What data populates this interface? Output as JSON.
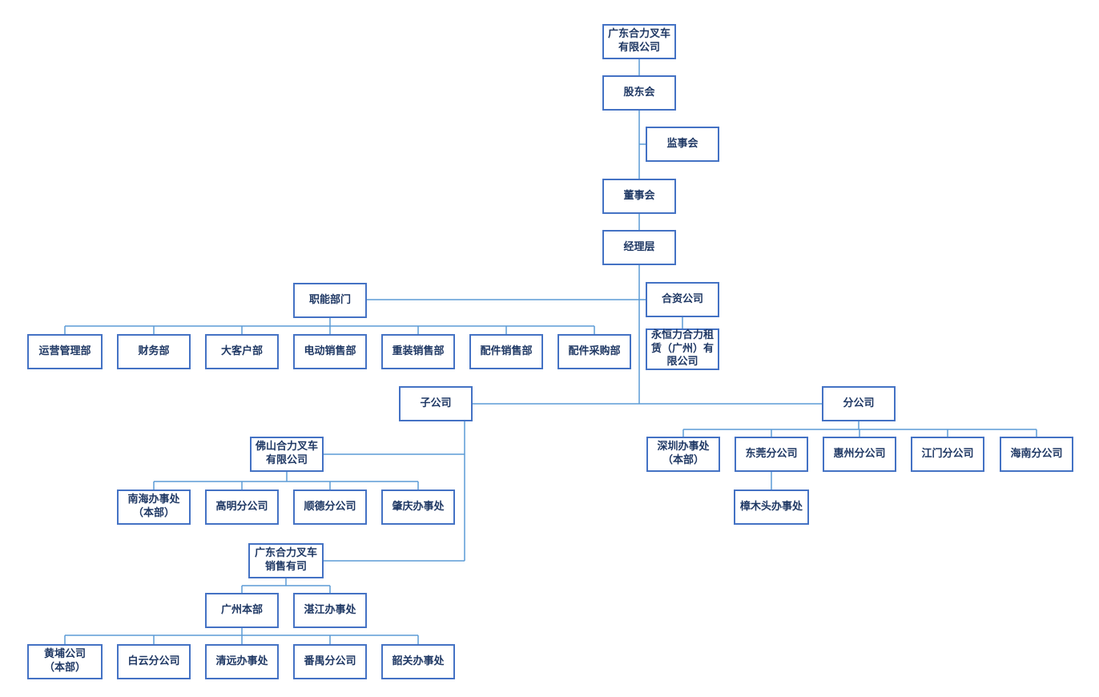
{
  "diagram": {
    "type": "org-chart",
    "colors": {
      "box_border": "#4472C4",
      "box_fill": "#FFFFFF",
      "connector": "#5B9BD5",
      "text": "#1F3864",
      "background": "#FFFFFF"
    },
    "nodes": {
      "root": "广东合力叉车\n有限公司",
      "shareholders": "股东会",
      "supervisory_board": "监事会",
      "board_of_directors": "董事会",
      "management": "经理层",
      "functional_depts": "职能部门",
      "joint_venture": "合资公司",
      "jv_company": "永恒力合力租\n赁（广州）有\n限公司",
      "dept_operations": "运营管理部",
      "dept_finance": "财务部",
      "dept_key_accounts": "大客户部",
      "dept_electric_sales": "电动销售部",
      "dept_heavy_sales": "重装销售部",
      "dept_parts_sales": "配件销售部",
      "dept_parts_purchasing": "配件采购部",
      "subsidiaries": "子公司",
      "branches": "分公司",
      "foshan_company": "佛山合力叉车\n有限公司",
      "shenzhen_office": "深圳办事处\n（本部）",
      "dongguan_branch": "东莞分公司",
      "huizhou_branch": "惠州分公司",
      "jiangmen_branch": "江门分公司",
      "hainan_branch": "海南分公司",
      "zhangmutou_office": "樟木头办事处",
      "nanhai_office": "南海办事处\n（本部）",
      "gaoming_branch": "高明分公司",
      "shunde_branch": "顺德分公司",
      "zhaoqing_office": "肇庆办事处",
      "gd_sales_company": "广东合力叉车\n销售有司",
      "guangzhou_hq": "广州本部",
      "zhanjiang_office": "湛江办事处",
      "huangpu_company": "黄埔公司\n（本部）",
      "baiyun_branch": "白云分公司",
      "qingyuan_office": "清远办事处",
      "panyu_branch": "番禺分公司",
      "shaoguan_office": "韶关办事处"
    }
  }
}
